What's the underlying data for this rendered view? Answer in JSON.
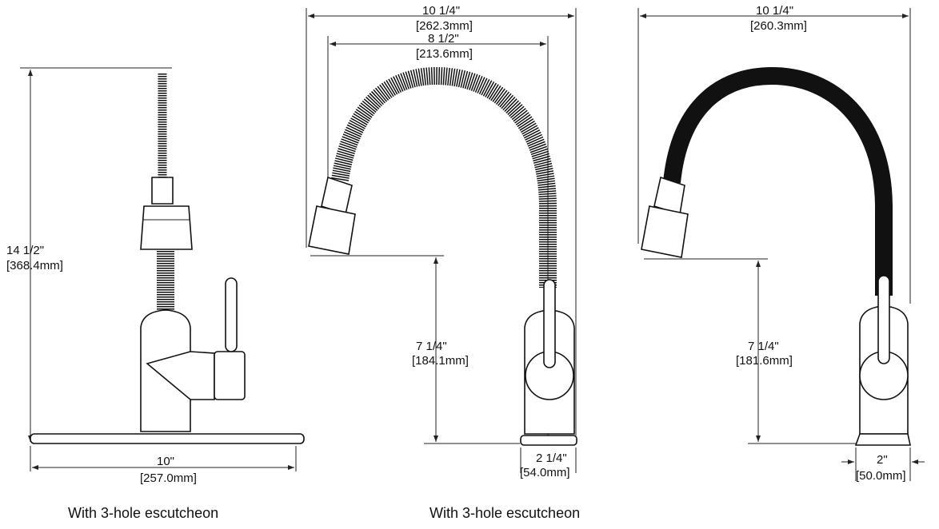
{
  "views": [
    {
      "height_in": "14 1/2\"",
      "height_mm": "[368.4mm]",
      "width_in": "10\"",
      "width_mm": "[257.0mm]",
      "caption": "With 3-hole escutcheon"
    },
    {
      "reach_in": "10 1/4\"",
      "reach_mm": "[262.3mm]",
      "spout_in": "8 1/2\"",
      "spout_mm": "[213.6mm]",
      "clear_in": "7 1/4\"",
      "clear_mm": "[184.1mm]",
      "base_in": "2 1/4\"",
      "base_mm": "[54.0mm]",
      "caption": "With 3-hole escutcheon"
    },
    {
      "reach_in": "10 1/4\"",
      "reach_mm": "[260.3mm]",
      "clear_in": "7 1/4\"",
      "clear_mm": "[181.6mm]",
      "base_in": "2\"",
      "base_mm": "[50.0mm]"
    }
  ]
}
